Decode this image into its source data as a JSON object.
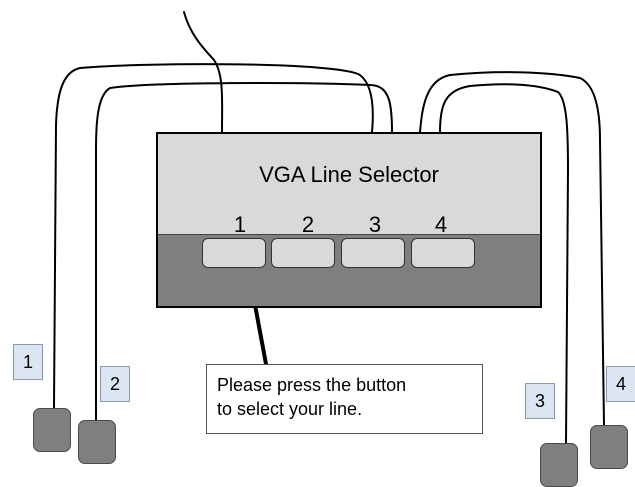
{
  "selector": {
    "title": "VGA Line Selector",
    "buttons": [
      {
        "number": "1"
      },
      {
        "number": "2"
      },
      {
        "number": "3"
      },
      {
        "number": "4"
      }
    ]
  },
  "callout": {
    "line1": "Please press the button",
    "line2": "to select your line."
  },
  "cable_labels": [
    "1",
    "2",
    "3",
    "4"
  ],
  "colors": {
    "box_top": "#d9d9d9",
    "box_bottom": "#7f7f7f",
    "plug": "#7f7f7f",
    "label_fill": "#dce6f2"
  }
}
